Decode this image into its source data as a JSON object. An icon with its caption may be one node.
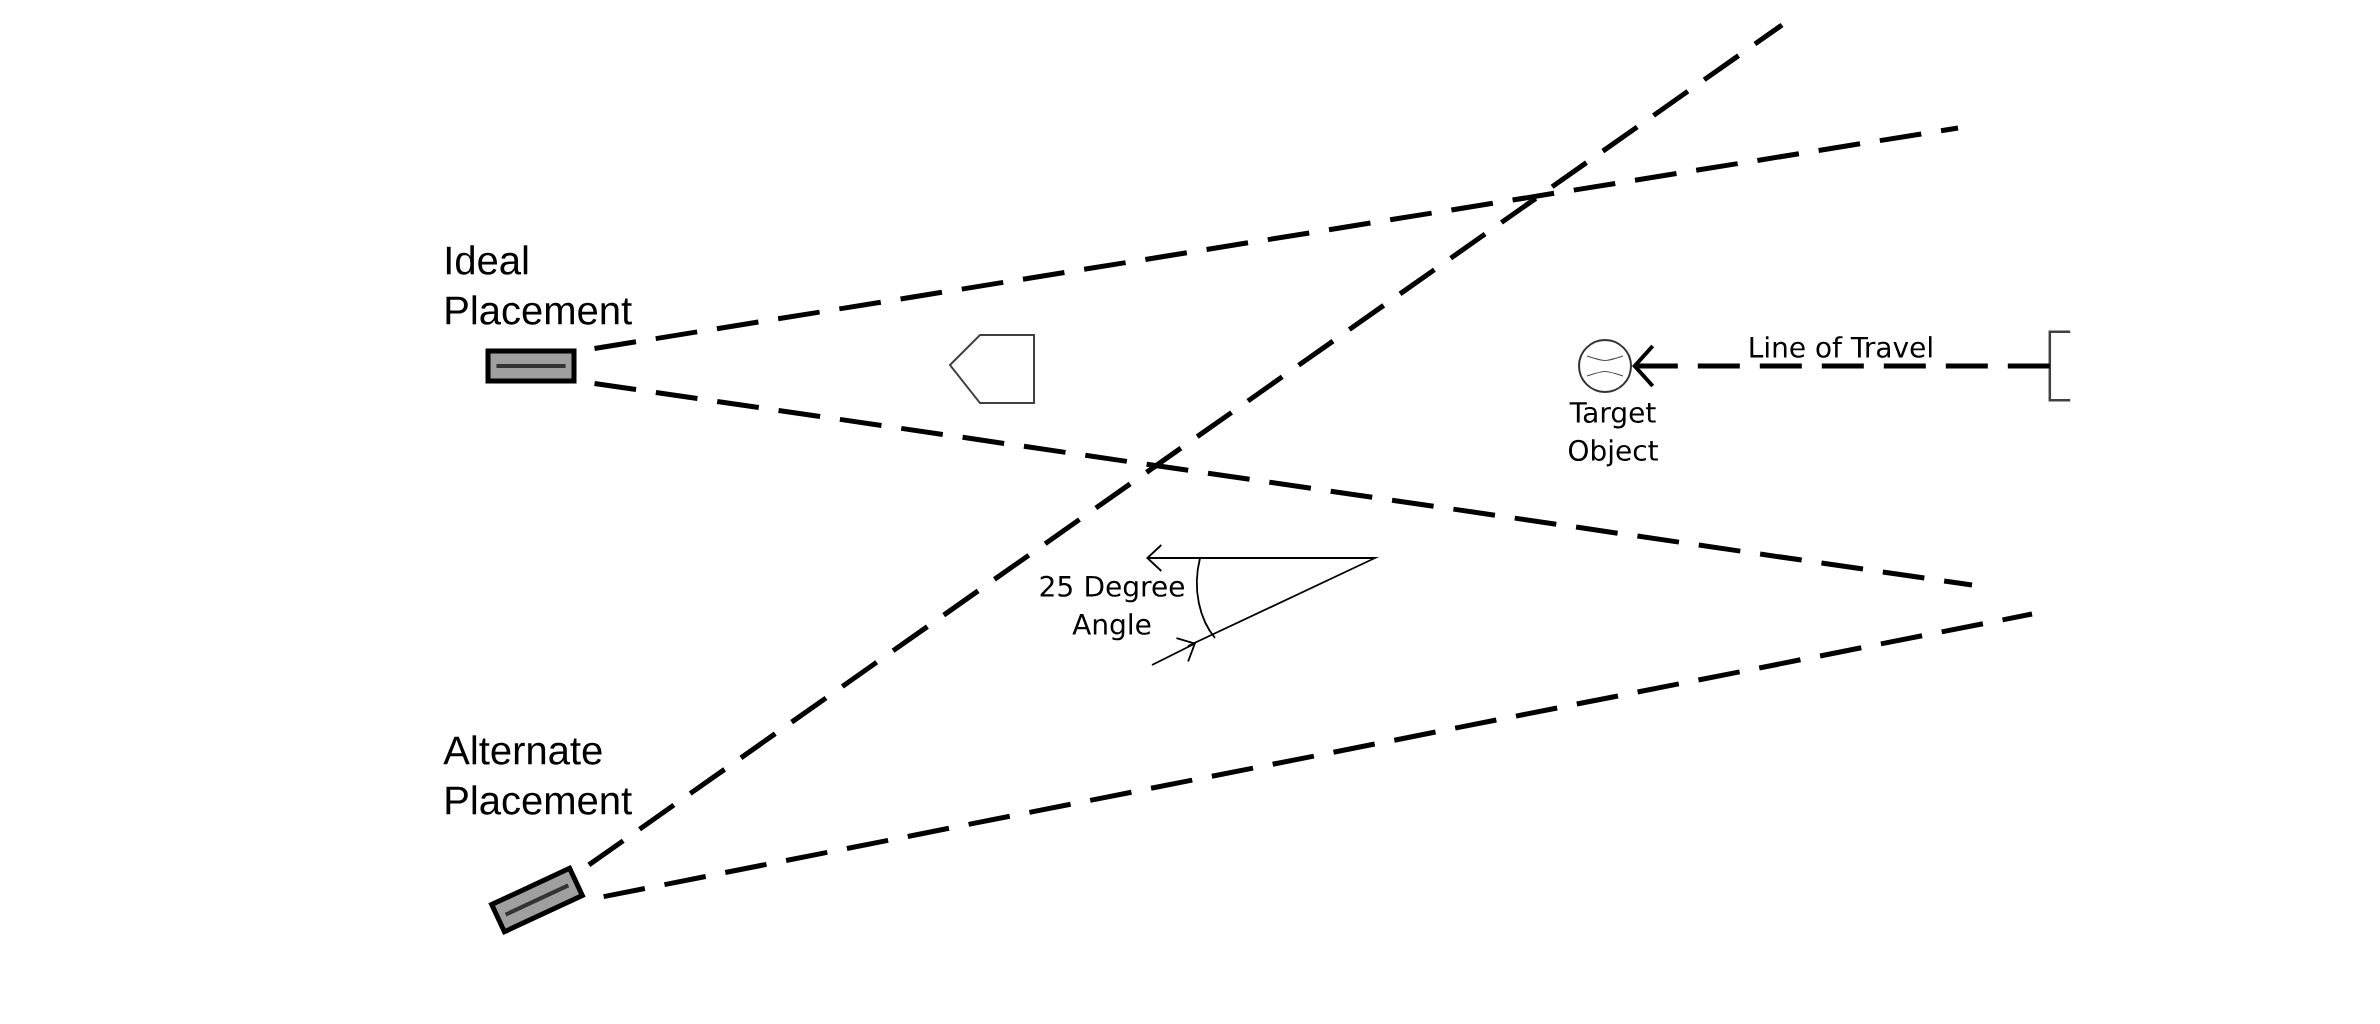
{
  "diagram": {
    "nodes": [
      {
        "text": [
          "Ideal Placement"
        ]
      },
      {
        "text": [
          "Alternate Placement"
        ]
      },
      {
        "text": [],
        "shape": "circle",
        "beside": [
          "Target Object"
        ]
      },
      {
        "text": [],
        "shape": "box"
      }
    ],
    "edges": [
      {
        "from": 0,
        "to": null,
        "arrow": "none",
        "style": "dashed"
      },
      {
        "from": 0,
        "to": null,
        "arrow": "none",
        "style": "dashed"
      },
      {
        "from": 1,
        "to": null,
        "arrow": "none",
        "style": "dashed"
      },
      {
        "from": 1,
        "to": null,
        "arrow": "none",
        "style": "dashed"
      },
      {
        "from": 3,
        "to": 2,
        "arrow": "to",
        "label": "Line of Travel",
        "style": "dashed"
      }
    ],
    "labels": [
      "25 Degree Angle"
    ]
  }
}
